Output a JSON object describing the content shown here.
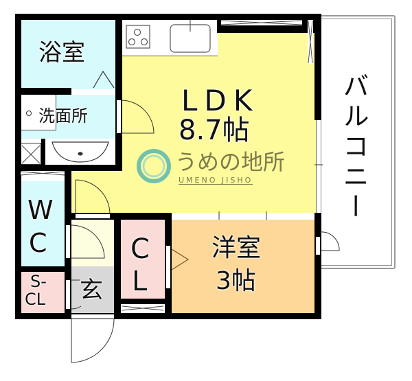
{
  "floorplan": {
    "rooms": {
      "ldk": {
        "name": "LDK",
        "size": "8.7帖",
        "color": "#fdfb9c"
      },
      "bathroom": {
        "name": "浴室",
        "color": "#d7fbfd"
      },
      "washroom": {
        "name": "洗面所",
        "color": "#d7fbfd"
      },
      "wc": {
        "name": "WC",
        "w": "W",
        "c": "C",
        "color": "#d7fbfd"
      },
      "shoe_closet": {
        "line1": "S-",
        "line2": "CL",
        "color": "#fbdbd8"
      },
      "entrance": {
        "name": "玄",
        "color": "#d8d8d8"
      },
      "hall": {
        "color": "#fdfde0"
      },
      "closet": {
        "line1": "C",
        "line2": "L",
        "color": "#fbdbd8"
      },
      "western_room": {
        "name": "洋室",
        "size": "3帖",
        "color": "#fdd898"
      },
      "balcony": {
        "name": "バルコニー",
        "color": "#ffffff"
      }
    },
    "watermark": {
      "brand_jp": "うめの地所",
      "brand_en": "UMENO JISHO",
      "text_color": "#7d7b4c",
      "ring_color": "#5bb8b0"
    },
    "fixtures": [
      "stove",
      "kitchen-sink",
      "wash-basin",
      "washing-machine-pan"
    ]
  }
}
